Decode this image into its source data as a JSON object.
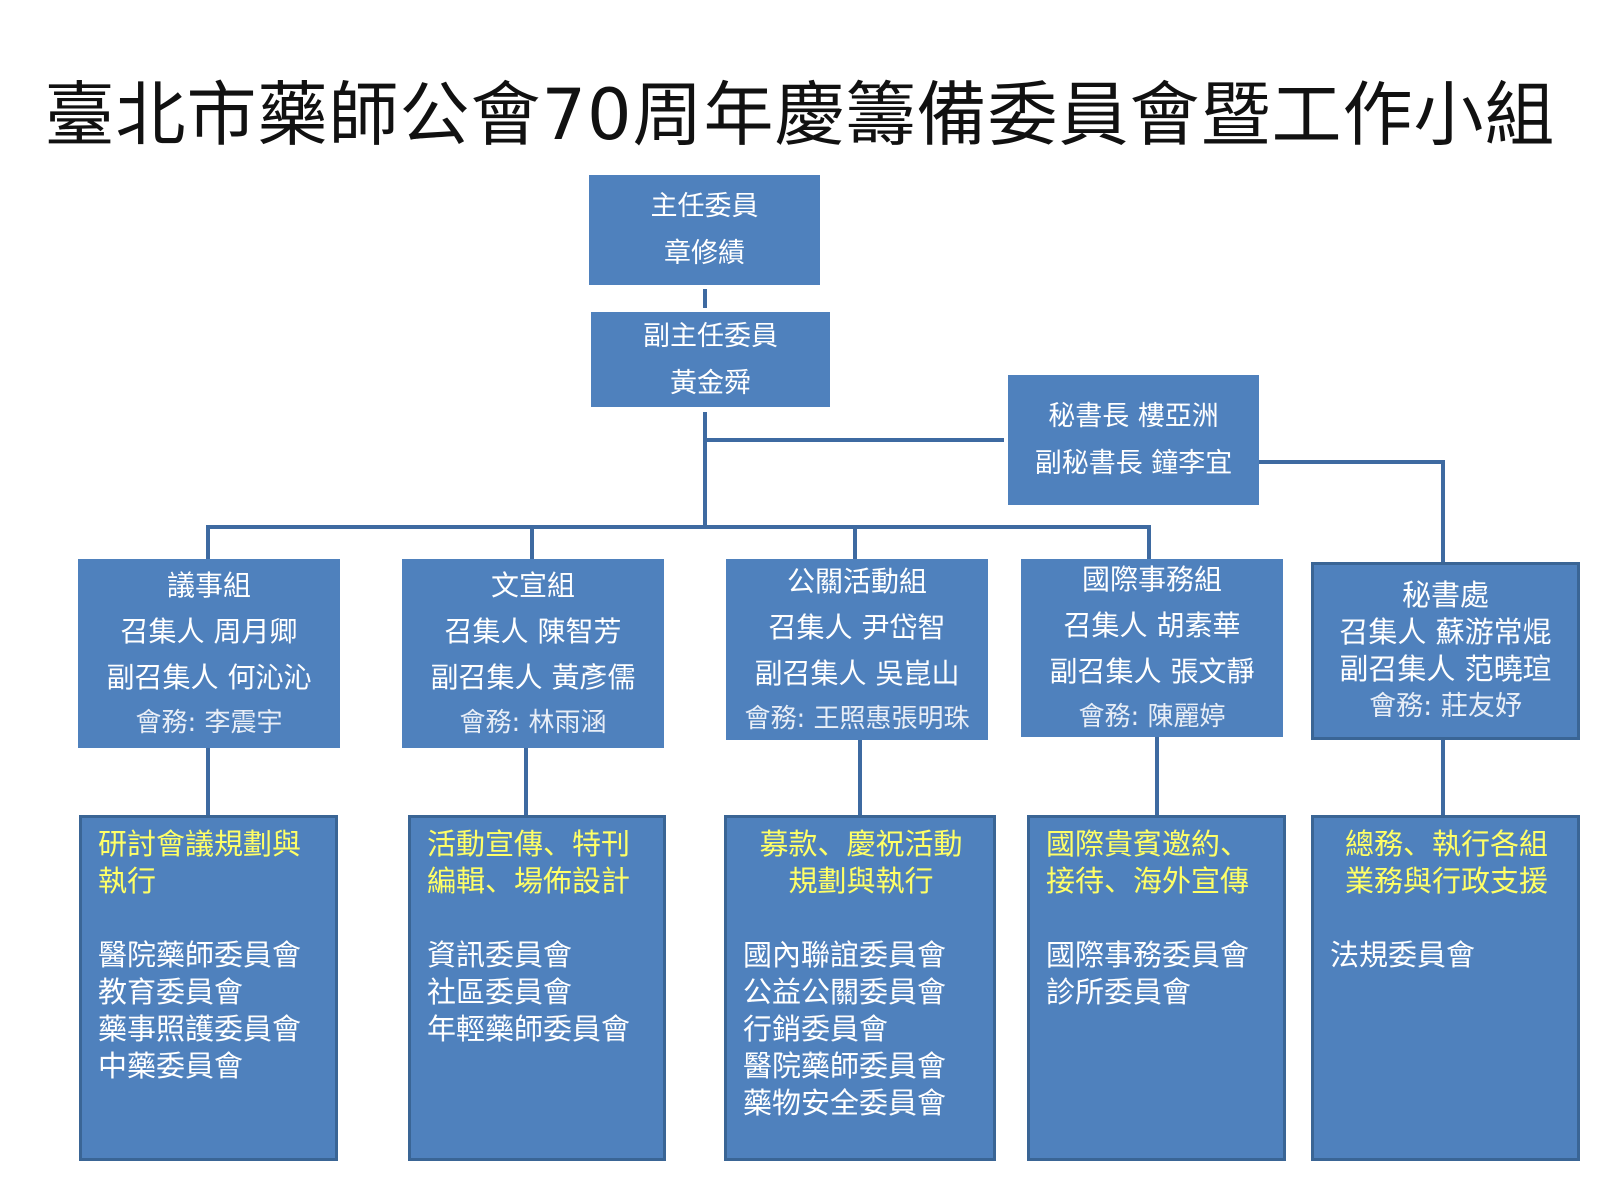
{
  "title": "臺北市藥師公會70周年慶籌備委員會暨工作小組",
  "colors": {
    "box_fill": "#4f81bd",
    "box_border": "#3a6595",
    "connector": "#3e6aa1",
    "task_text": "#ffff66",
    "box_text": "#ffffff"
  },
  "chair": {
    "role": "主任委員",
    "name": "章修績"
  },
  "vice_chair": {
    "role": "副主任委員",
    "name": "黃金舜"
  },
  "secretary_general": {
    "line1": "秘書長 樓亞洲",
    "line2": "副秘書長 鐘李宜"
  },
  "groups": [
    {
      "name": "議事組",
      "convener": "召集人 周月卿",
      "deputy": "副召集人 何沁沁",
      "affairs": "會務: 李震宇",
      "task_lines": [
        "研討會議規劃與",
        "執行"
      ],
      "committees": [
        "醫院藥師委員會",
        "教育委員會",
        "藥事照護委員會",
        "中藥委員會"
      ]
    },
    {
      "name": "文宣組",
      "convener": "召集人 陳智芳",
      "deputy": "副召集人 黃彥儒",
      "affairs": "會務: 林雨涵",
      "task_lines": [
        "活動宣傳、特刊",
        "編輯、場佈設計"
      ],
      "committees": [
        "資訊委員會",
        "社區委員會",
        "年輕藥師委員會"
      ]
    },
    {
      "name": "公關活動組",
      "convener": "召集人 尹岱智",
      "deputy": "副召集人 吳崑山",
      "affairs": "會務: 王照惠張明珠",
      "task_lines": [
        "募款、慶祝活動",
        "規劃與執行"
      ],
      "committees": [
        "國內聯誼委員會",
        "公益公關委員會",
        "行銷委員會",
        "醫院藥師委員會",
        "藥物安全委員會"
      ]
    },
    {
      "name": "國際事務組",
      "convener": "召集人 胡素華",
      "deputy": "副召集人 張文靜",
      "affairs": "會務: 陳麗婷",
      "task_lines": [
        "國際貴賓邀約、",
        "接待、海外宣傳"
      ],
      "committees": [
        "國際事務委員會",
        "診所委員會"
      ]
    },
    {
      "name": "秘書處",
      "convener": "召集人 蘇游常焜",
      "deputy": "副召集人 范曉瑄",
      "affairs": "會務: 莊友妤",
      "task_lines": [
        "總務、執行各組",
        "業務與行政支援"
      ],
      "committees": [
        "法規委員會"
      ]
    }
  ]
}
